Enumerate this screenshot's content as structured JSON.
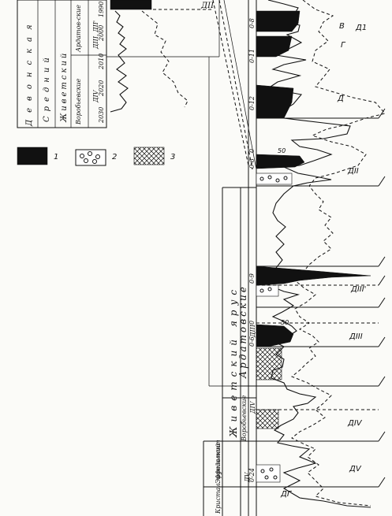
{
  "legend": {
    "items": [
      {
        "num": "1",
        "pattern": "black"
      },
      {
        "num": "2",
        "pattern": "circles"
      },
      {
        "num": "3",
        "pattern": "crosshatch"
      }
    ]
  },
  "inset": {
    "system": "Девонская",
    "department": "Средний",
    "stage": "Живетский",
    "substage_top": "Ардатов-ские",
    "substage_bottom": "Воробьевские",
    "index_top": "ДIII, ДII'",
    "index_mid": "ДIV",
    "depths": [
      "1990",
      "2000",
      "2010",
      "2020",
      "2030"
    ],
    "layer_top": "ДII"
  },
  "main": {
    "stage_label": "Живетский ярус",
    "horizon_ardatov": "Ардатовские",
    "horizon_vorob": "Воробьевские",
    "horizon_eifel": "Эйфельский",
    "basement": "Кристал. фундамент",
    "index_upper": "ДIII",
    "index_vorob": "ДIV",
    "index_eifel": "ДV",
    "seam_labels": [
      "Д1",
      "Д",
      "ДII",
      "ДIII'",
      "ДIII",
      "ДIV",
      "ДV",
      "ДГ"
    ],
    "sub_letters": [
      "В",
      "Г"
    ],
    "intervals": [
      "0-8",
      "0-11",
      "0-12",
      "0",
      "0-6",
      "0-9",
      "0",
      "0-6",
      "0-24"
    ],
    "scale_marks": [
      "50",
      "50"
    ]
  }
}
